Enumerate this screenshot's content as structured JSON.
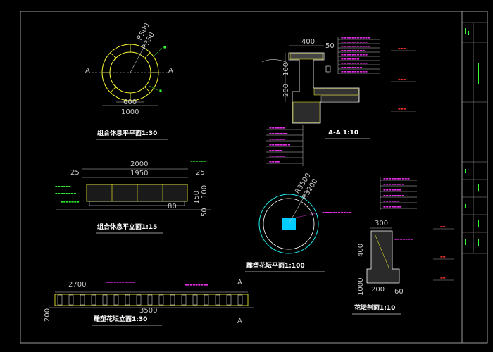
{
  "drawings": {
    "pool_plan": {
      "caption": "组合休息平平面1:30",
      "section_mark": "A",
      "dim_r500": "R500",
      "dim_r350": "R350",
      "dim_600": "600",
      "dim_1000": "1000"
    },
    "section_aa": {
      "caption": "A-A 1:10",
      "dim_400": "400",
      "dim_50": "50",
      "dim_100": "100",
      "dim_200": "200"
    },
    "bench_elevation": {
      "caption": "组合休息平立面1:15",
      "dim_2000": "2000",
      "dim_1950": "1950",
      "dim_25_left": "25",
      "dim_25_right": "25",
      "dim_50": "50",
      "dim_100": "100",
      "dim_80": "80",
      "dim_150": "150"
    },
    "planter_plan": {
      "caption": "雕塑花坛平面1:100",
      "dim_r3500": "R3500",
      "dim_r3200": "R3200"
    },
    "planter_detail": {
      "caption": "花坛剖面1:10",
      "dim_300": "300",
      "dim_400": "400",
      "dim_1000": "1000",
      "dim_60": "60",
      "dim_200": "200"
    },
    "fence_elevation": {
      "caption": "雕塑花坛立面1:30",
      "dim_2700": "2700",
      "dim_3500": "3500",
      "dim_200": "200",
      "section_mark": "A"
    }
  }
}
